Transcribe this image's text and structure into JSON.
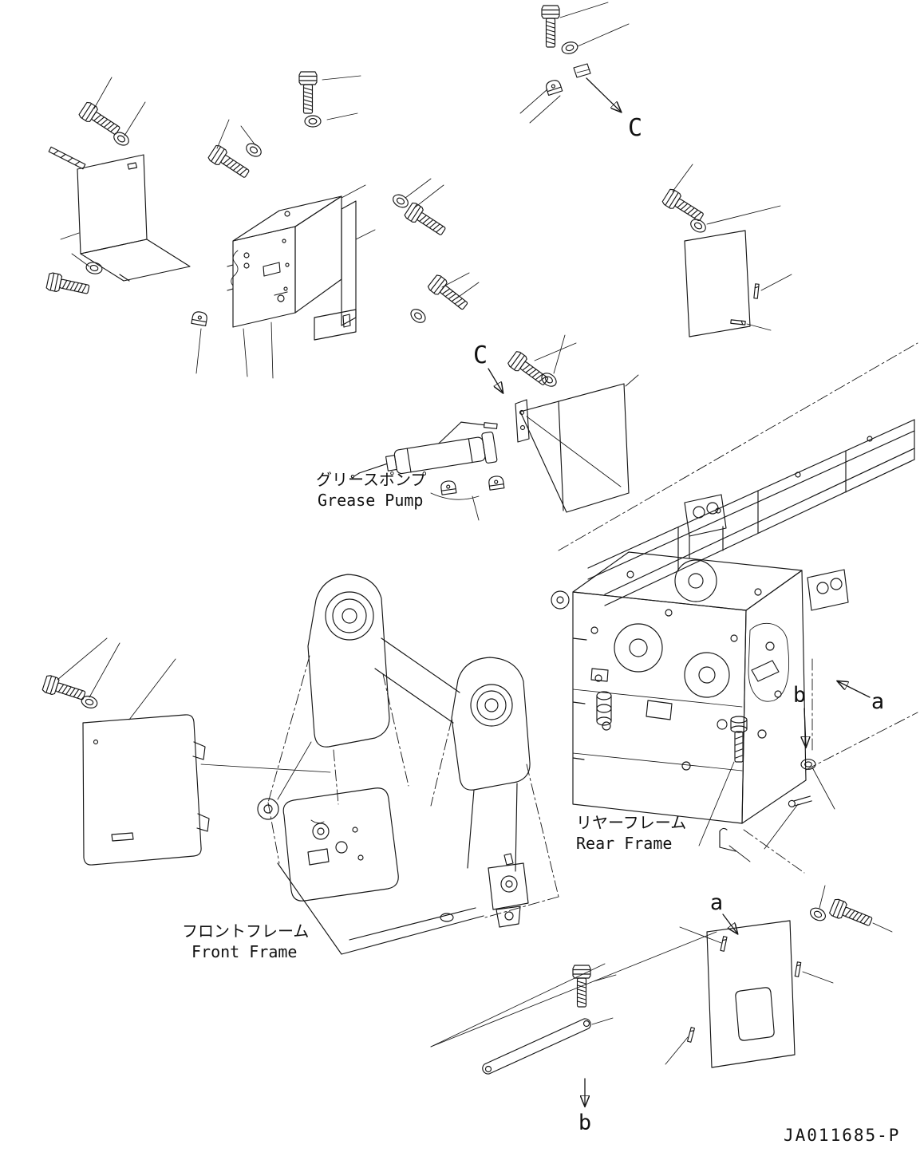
{
  "diagram": {
    "labels": {
      "grease_pump_jp": "グリースポンプ",
      "grease_pump_en": "Grease Pump",
      "rear_frame_jp": "リヤーフレーム",
      "rear_frame_en": "Rear Frame",
      "front_frame_jp": "フロントフレーム",
      "front_frame_en": "Front Frame"
    },
    "markers": {
      "view_c_top": "C",
      "view_c_mid": "C",
      "view_a_mid": "a",
      "view_a_bottom": "a",
      "view_b_mid": "b",
      "view_b_bottom": "b"
    },
    "drawing_number": "JA011685-P"
  }
}
